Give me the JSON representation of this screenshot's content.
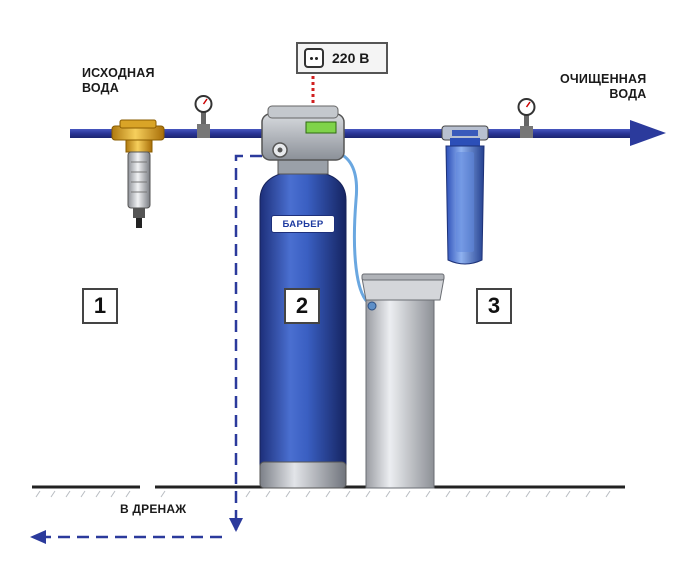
{
  "labels": {
    "source_water": [
      "ИСХОДНАЯ",
      "ВОДА"
    ],
    "purified_water": [
      "ОЧИЩЕННАЯ",
      "ВОДА"
    ],
    "drain": "В ДРЕНАЖ",
    "power": "220 В",
    "brand": "БАРЬЕР"
  },
  "stages": [
    "1",
    "2",
    "3"
  ],
  "colors": {
    "pipe": "#2b3a9c",
    "tank_blue": "#2f4fb0",
    "tank_base": "#b9bcc4",
    "housing_blue": "#3a64c8",
    "brass": "#e2ad2e",
    "brine_grey": "#c9cbd0",
    "drain_line": "#2b3a9c",
    "control_head": "#aeb2b9",
    "display_green": "#7fd34a",
    "cable_red": "#d02020",
    "hose": "#6aa7e0"
  },
  "icons": [
    "pressure-gauge-icon",
    "power-socket-icon",
    "flow-arrow-icon"
  ]
}
